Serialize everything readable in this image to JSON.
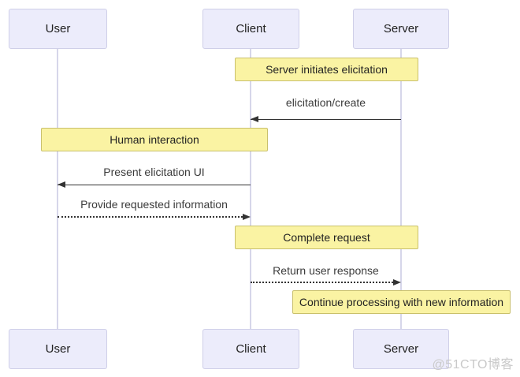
{
  "diagram": {
    "type": "sequence-diagram",
    "actors": [
      {
        "id": "user",
        "label": "User"
      },
      {
        "id": "client",
        "label": "Client"
      },
      {
        "id": "server",
        "label": "Server"
      }
    ],
    "notes": [
      {
        "label": "Server initiates elicitation",
        "over": [
          "Client",
          "Server"
        ]
      },
      {
        "label": "Human interaction",
        "over": [
          "User",
          "Client"
        ]
      },
      {
        "label": "Complete request",
        "over": [
          "Client",
          "Server"
        ]
      },
      {
        "label": "Continue processing with new information",
        "over": [
          "Server"
        ]
      }
    ],
    "messages": [
      {
        "label": "elicitation/create",
        "from": "Server",
        "to": "Client",
        "line": "solid"
      },
      {
        "label": "Present elicitation UI",
        "from": "Client",
        "to": "User",
        "line": "solid"
      },
      {
        "label": "Provide requested information",
        "from": "User",
        "to": "Client",
        "line": "dashed"
      },
      {
        "label": "Return user response",
        "from": "Client",
        "to": "Server",
        "line": "dashed"
      }
    ]
  },
  "watermark": {
    "label": "@51CTO博客"
  },
  "colors": {
    "actor_fill": "#ECECFB",
    "actor_border": "#CFCFE8",
    "note_fill": "#FAF3A3",
    "note_border": "#C9C06C",
    "lifeline": "#D6D6EA",
    "arrow": "#333333",
    "text": "#222222",
    "message_text": "#3B3B3B",
    "watermark_text": "#C9C9C9",
    "background": "#FFFFFF"
  }
}
